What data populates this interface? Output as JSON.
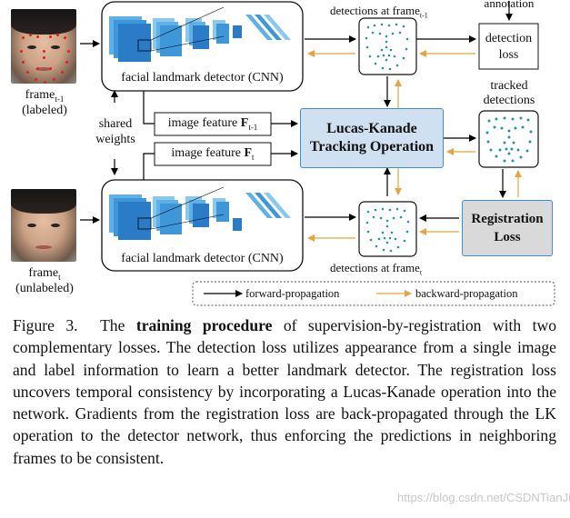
{
  "frames": {
    "prev_label_main": "frame",
    "prev_label_sub": "t-1",
    "prev_status": "(labeled)",
    "curr_label_main": "frame",
    "curr_label_sub": "t",
    "curr_status": "(unlabeled)"
  },
  "shared_weights": [
    "shared",
    "weights"
  ],
  "cnn_label": "facial landmark detector (CNN)",
  "features": {
    "prev_prefix": "image feature ",
    "prev_bold": "F",
    "prev_sub": "t-1",
    "curr_prefix": "image feature ",
    "curr_bold": "F",
    "curr_sub": "t"
  },
  "detections": {
    "top_label": "detections at frame",
    "top_sub": "t-1",
    "bottom_label": "detections at frame",
    "bottom_sub": "t"
  },
  "annotation_label": "annotation",
  "detection_loss": [
    "detection",
    "loss"
  ],
  "tracked_detections": [
    "tracked",
    "detections"
  ],
  "lk_box": [
    "Lucas-Kanade",
    "Tracking Operation"
  ],
  "registration_box": [
    "Registration",
    "Loss"
  ],
  "legend": {
    "forward": "forward-propagation",
    "backward": "backward-propagation",
    "forward_color": "#000000",
    "backward_color": "#e8a33c"
  },
  "colors": {
    "cnn_dark": "#2a7cc7",
    "cnn_light": "#8ac8ee",
    "lk_fill": "#cfe1f1",
    "box_border": "#3f8fc9",
    "reg_fill": "#d9d9d9",
    "landmark_dot": "#2b8fb0"
  },
  "caption": {
    "figure": "Figure 3.",
    "pre": "The ",
    "bold": "training procedure",
    "body": " of supervision-by-registration with two complementary losses. The detection loss utilizes appearance from a single image and label information to learn a better landmark detector. The registration loss uncovers temporal consistency by incorporating a Lucas-Kanade operation into the network. Gradients from the registration loss are back-propagated through the LK operation to the detector network, thus enforcing the predictions in neighboring frames to be consistent."
  },
  "watermark": "https://blog.csdn.net/CSDNTianJi"
}
